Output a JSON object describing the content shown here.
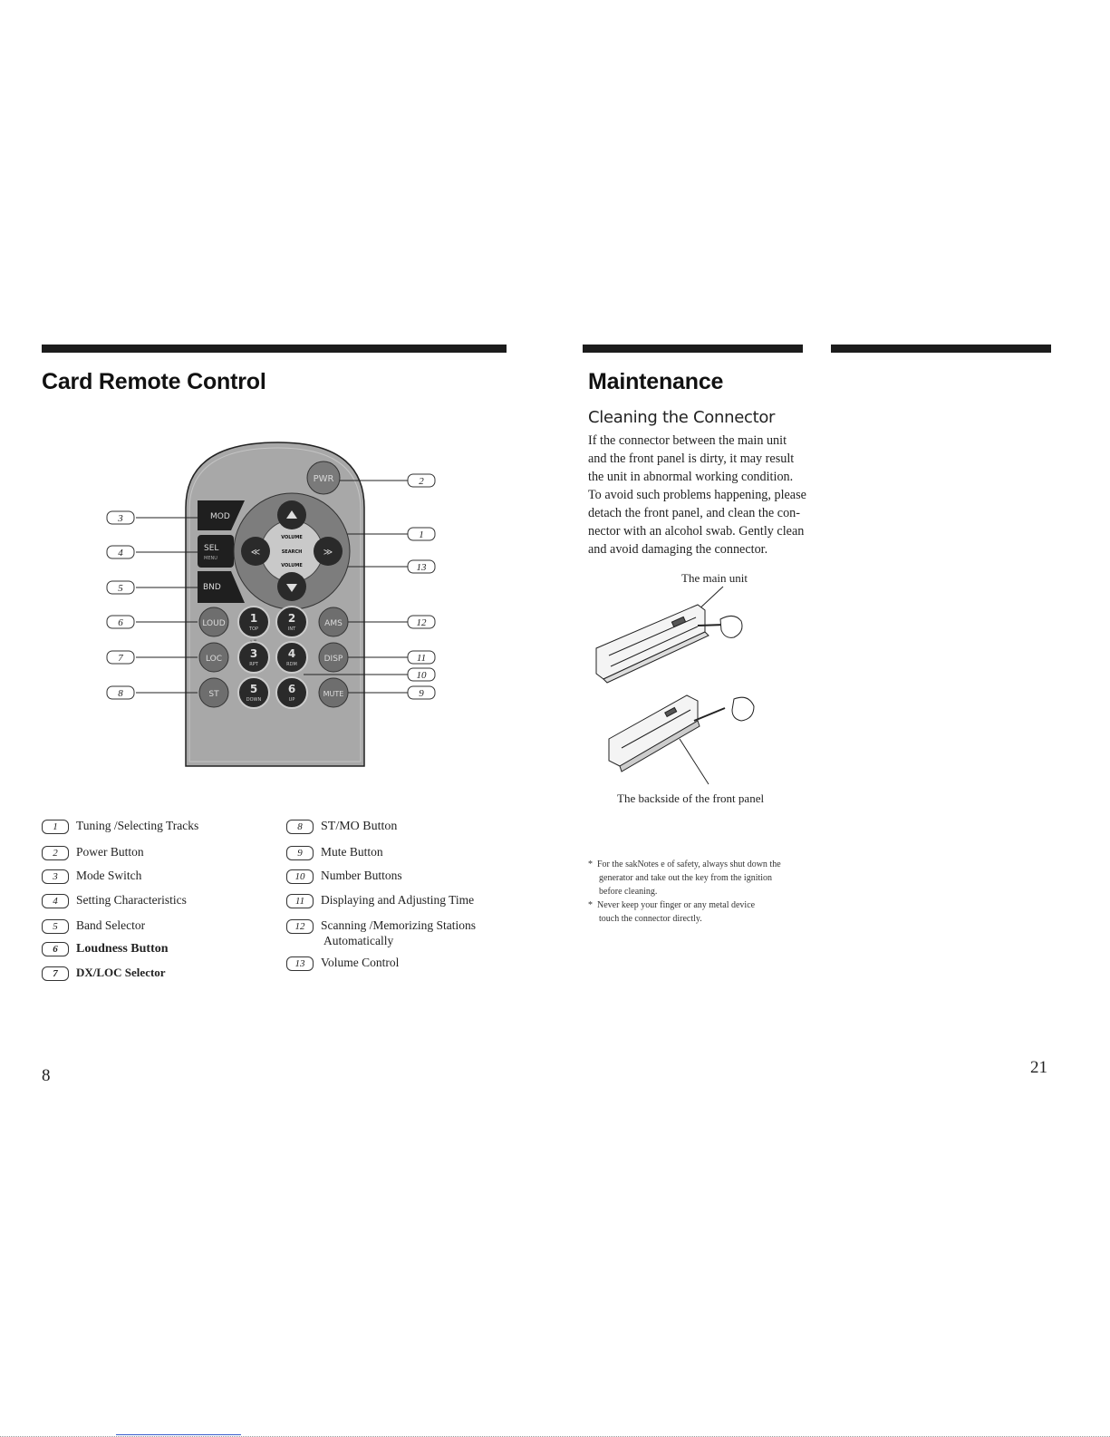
{
  "left_page": {
    "title": "Card Remote Control",
    "page_number": "8",
    "remote": {
      "buttons": {
        "pwr": "PWR",
        "mod": "MOD",
        "sel": "SEL",
        "sel_sub": "MENU",
        "bnd": "BND",
        "volume_top": "VOLUME",
        "search": "SEARCH",
        "volume_bottom": "VOLUME",
        "loud": "LOUD",
        "loc": "LOC",
        "st": "ST",
        "ams": "AMS",
        "disp": "DISP",
        "mute": "MUTE",
        "n1": "1",
        "n1_sub": "TOP",
        "n2": "2",
        "n2_sub": "INT",
        "n3": "3",
        "n3_sub": "RPT",
        "n4": "4",
        "n4_sub": "RDM",
        "n5": "5",
        "n5_sub": "DOWN",
        "n6": "6",
        "n6_sub": "UP",
        "pause": "▶/II"
      },
      "callouts": [
        "3",
        "4",
        "5",
        "6",
        "7",
        "8",
        "2",
        "1",
        "13",
        "12",
        "11",
        "10",
        "9"
      ]
    },
    "legend_left": [
      {
        "num": "1",
        "label": "Tuning /Selecting Tracks"
      },
      {
        "num": "2",
        "label": "Power Button"
      },
      {
        "num": "3",
        "label": "Mode Switch"
      },
      {
        "num": "4",
        "label": "Setting Characteristics"
      },
      {
        "num": "5",
        "label": "Band Selector"
      },
      {
        "num": "6",
        "label": "Loudness Button"
      },
      {
        "num": "7",
        "label": "DX/LOC Selector"
      }
    ],
    "legend_right": [
      {
        "num": "8",
        "label": "ST/MO Button"
      },
      {
        "num": "9",
        "label": "Mute Button"
      },
      {
        "num": "10",
        "label": "Number Buttons"
      },
      {
        "num": "11",
        "label": "Displaying  and Adjusting Time"
      },
      {
        "num": "12",
        "label": "Scanning /Memorizing Stations",
        "label2": "Automatically"
      },
      {
        "num": "13",
        "label": "Volume Control"
      }
    ]
  },
  "right_page": {
    "title": "Maintenance",
    "subtitle": "Cleaning the Connector",
    "paragraph_lines": [
      "If the connector between the main unit",
      "and the front panel is dirty, it may result",
      " the unit in abnormal working condition.",
      "To avoid such problems happening, please",
      "detach the front panel, and clean the con-",
      "nector with an alcohol swab. Gently clean",
      "and avoid damaging the connector."
    ],
    "label_main_unit": "The main unit",
    "label_front_panel": "The backside of the front panel",
    "notes": [
      {
        "bullet": "*",
        "line1": "For the sakNotes e of safety, always shut down  the",
        "line2": "generator and take out the key from the  ignition",
        "line3": "before cleaning."
      },
      {
        "bullet": "*",
        "line1": "Never keep your finger or any metal device",
        "line2": "touch the connector directly."
      }
    ],
    "page_number": "21"
  }
}
